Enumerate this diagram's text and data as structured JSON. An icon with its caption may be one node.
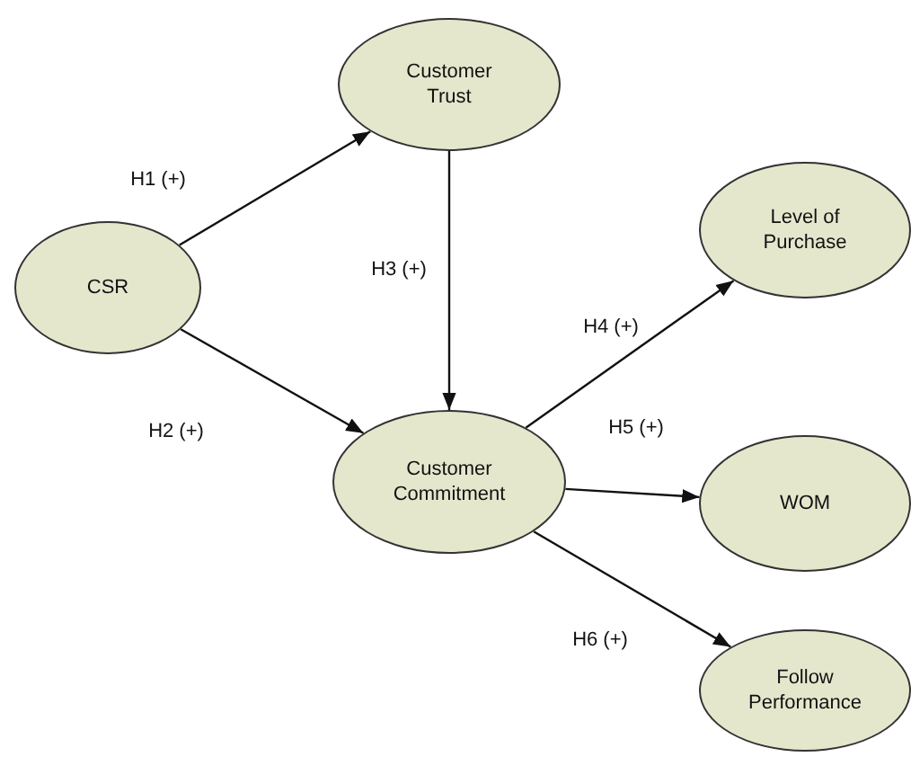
{
  "diagram": {
    "nodes": [
      {
        "text": [
          "CSR"
        ]
      },
      {
        "text": [
          "Customer Trust"
        ]
      },
      {
        "text": [
          "Customer Commitment"
        ]
      },
      {
        "text": [
          "Level of Purchase"
        ]
      },
      {
        "text": [
          "WOM"
        ]
      },
      {
        "text": [
          "Follow Performance"
        ]
      }
    ],
    "edges": [
      {
        "from": 0,
        "to": 1,
        "arrow": "to",
        "label": "H1 (+)"
      },
      {
        "from": 0,
        "to": 2,
        "arrow": "to",
        "label": "H2 (+)"
      },
      {
        "from": 1,
        "to": 2,
        "arrow": "to",
        "label": "H3 (+)"
      },
      {
        "from": 2,
        "to": 3,
        "arrow": "to",
        "label": "H4 (+)"
      },
      {
        "from": 2,
        "to": 4,
        "arrow": "to",
        "label": "H5 (+)"
      },
      {
        "from": 2,
        "to": 5,
        "arrow": "to",
        "label": "H6 (+)"
      }
    ]
  }
}
